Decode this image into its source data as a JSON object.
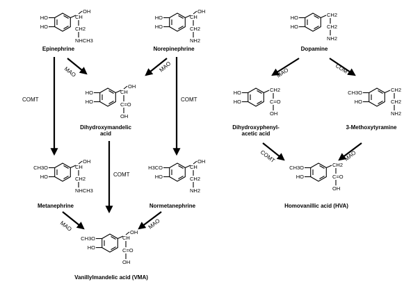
{
  "enzymes": {
    "mao": "MAO",
    "comt": "COMT"
  },
  "compounds": {
    "epinephrine": {
      "name": "Epinephrine",
      "ring_top": "HO",
      "ring_bottom": "HO",
      "chain": [
        "OH",
        "CH",
        "CH2",
        "NHCH3"
      ]
    },
    "norepinephrine": {
      "name": "Norepinephrine",
      "ring_top": "HO",
      "ring_bottom": "HO",
      "chain": [
        "OH",
        "CH",
        "CH2",
        "NH2"
      ]
    },
    "dopamine": {
      "name": "Dopamine",
      "ring_top": "HO",
      "ring_bottom": "HO",
      "chain": [
        "CH2",
        "CH2",
        "NH2"
      ]
    },
    "dihydroxymandelic": {
      "name_line1": "Dihydroxymandelic",
      "name_line2": "acid",
      "ring_top": "HO",
      "ring_bottom": "HO",
      "chain": [
        "OH",
        "CH",
        "C=O",
        "OH"
      ]
    },
    "dopac": {
      "name_line1": "Dihydroxyphenyl-",
      "name_line2": "acetic acid",
      "ring_top": "HO",
      "ring_bottom": "HO",
      "chain": [
        "CH2",
        "C=O",
        "OH"
      ]
    },
    "methoxytyramine": {
      "name": "3-Methoxytyramine",
      "ring_top": "CH3O",
      "ring_bottom": "HO",
      "chain": [
        "CH2",
        "CH2",
        "NH2"
      ]
    },
    "metanephrine": {
      "name": "Metanephrine",
      "ring_top": "CH3O",
      "ring_bottom": "HO",
      "chain": [
        "OH",
        "CH",
        "CH2",
        "NHCH3"
      ]
    },
    "normetanephrine": {
      "name": "Normetanephrine",
      "ring_top": "H3CO",
      "ring_bottom": "HO",
      "chain": [
        "OH",
        "CH",
        "CH2",
        "NH2"
      ]
    },
    "hva": {
      "name": "Homovanillic acid (HVA)",
      "ring_top": "CH3O",
      "ring_bottom": "HO",
      "chain": [
        "CH2",
        "C=O",
        "OH"
      ]
    },
    "vma": {
      "name": "Vanillylmandelic acid (VMA)",
      "ring_top": "CH3O",
      "ring_bottom": "HO",
      "chain": [
        "OH",
        "CH",
        "C=O",
        "OH"
      ]
    }
  }
}
